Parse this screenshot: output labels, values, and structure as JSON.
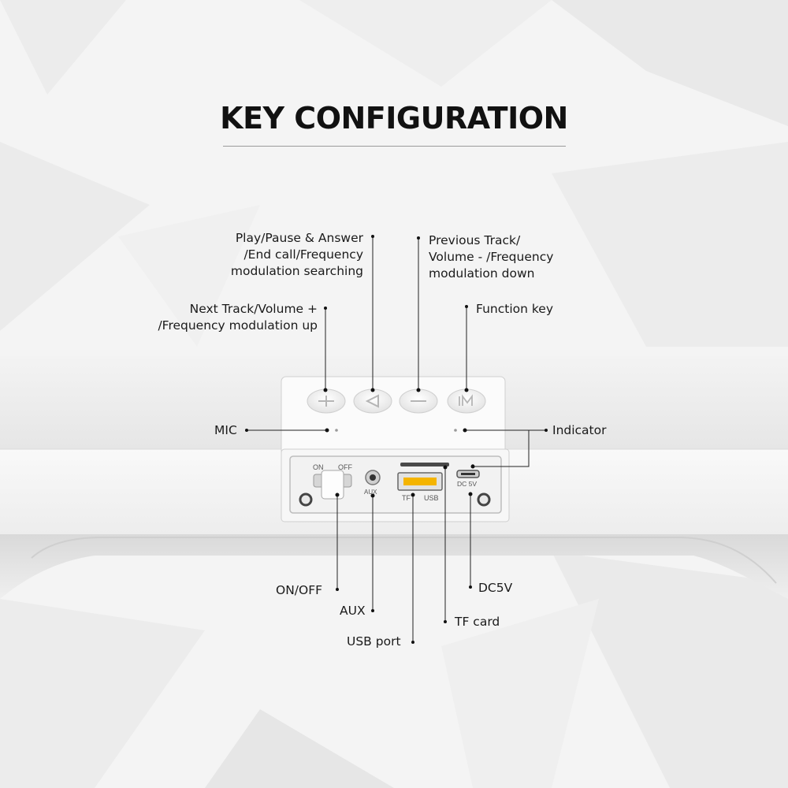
{
  "title": "KEY CONFIGURATION",
  "labels": {
    "play_pause": [
      "Play/Pause & Answer",
      "/End call/Frequency",
      "modulation searching"
    ],
    "previous_track": [
      "Previous Track/",
      "Volume - /Frequency",
      "modulation down"
    ],
    "next_track": [
      "Next Track/Volume +",
      "/Frequency modulation up"
    ],
    "function_key": "Function key",
    "mic": "MIC",
    "indicator": "Indicator",
    "on_off": "ON/OFF",
    "aux": "AUX",
    "usb_port": "USB port",
    "tf_card": "TF card",
    "dc5v": "DC5V"
  },
  "panel": {
    "on": "ON",
    "off": "OFF",
    "aux": "AUX",
    "tf": "TF",
    "usb": "USB",
    "dc": "DC 5V"
  }
}
